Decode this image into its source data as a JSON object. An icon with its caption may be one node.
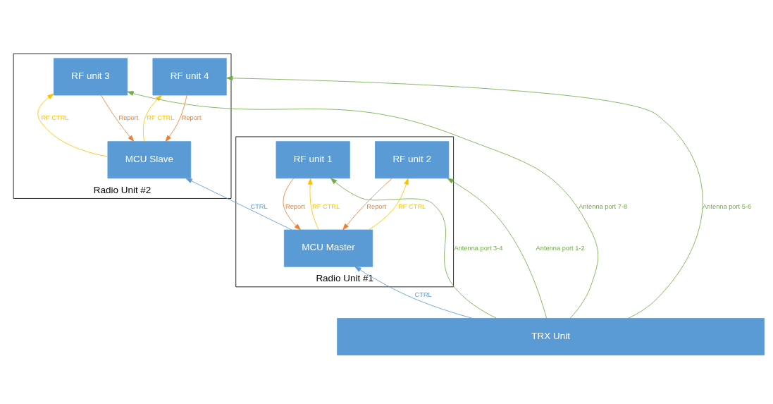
{
  "diagram": {
    "nodes": [
      {
        "text": [
          "Radio Unit #1"
        ]
      },
      {
        "text": [
          "MCU Master"
        ],
        "in": 0
      },
      {
        "text": [
          "RF unit 1"
        ],
        "in": 0
      },
      {
        "text": [
          "RF unit 2"
        ],
        "in": 0
      },
      {
        "text": [
          "Radio Unit #2"
        ]
      },
      {
        "text": [
          "MCU Slave"
        ],
        "in": 4
      },
      {
        "text": [
          "RF unit 3"
        ],
        "in": 4
      },
      {
        "text": [
          "RF unit 4"
        ],
        "in": 4
      },
      {
        "text": [
          "TRX Unit"
        ]
      }
    ],
    "edges": [
      {
        "from": 1,
        "to": 2,
        "arrow": "to",
        "label": "RF CTRL",
        "color": "#ffc000"
      },
      {
        "from": 2,
        "to": 1,
        "arrow": "to",
        "label": "Report",
        "color": "#ed7d31"
      },
      {
        "from": 1,
        "to": 3,
        "arrow": "to",
        "label": "RF CTRL",
        "color": "#ffc000"
      },
      {
        "from": 3,
        "to": 1,
        "arrow": "to",
        "label": "Report",
        "color": "#ed7d31"
      },
      {
        "from": 1,
        "to": 5,
        "arrow": "to",
        "label": "CTRL",
        "color": "#5b9bd5"
      },
      {
        "from": 5,
        "to": 6,
        "arrow": "to",
        "label": "RF CTRL",
        "color": "#ffc000"
      },
      {
        "from": 6,
        "to": 5,
        "arrow": "to",
        "label": "Report",
        "color": "#ed7d31"
      },
      {
        "from": 5,
        "to": 7,
        "arrow": "to",
        "label": "RF CTRL",
        "color": "#ffc000"
      },
      {
        "from": 7,
        "to": 5,
        "arrow": "to",
        "label": "Report",
        "color": "#ed7d31"
      },
      {
        "from": 8,
        "to": 1,
        "arrow": "to",
        "label": "CTRL",
        "color": "#5b9bd5"
      },
      {
        "from": 8,
        "to": 3,
        "arrow": "to",
        "label": "Antenna port 1-2",
        "color": "#70ad47"
      },
      {
        "from": 8,
        "to": 2,
        "arrow": "to",
        "label": "Antenna port 3-4",
        "color": "#70ad47"
      },
      {
        "from": 8,
        "to": 7,
        "arrow": "to",
        "label": "Antenna port 5-6",
        "color": "#70ad47"
      },
      {
        "from": 8,
        "to": 6,
        "arrow": "to",
        "label": "Antenna port 7-8",
        "color": "#70ad47"
      }
    ]
  }
}
